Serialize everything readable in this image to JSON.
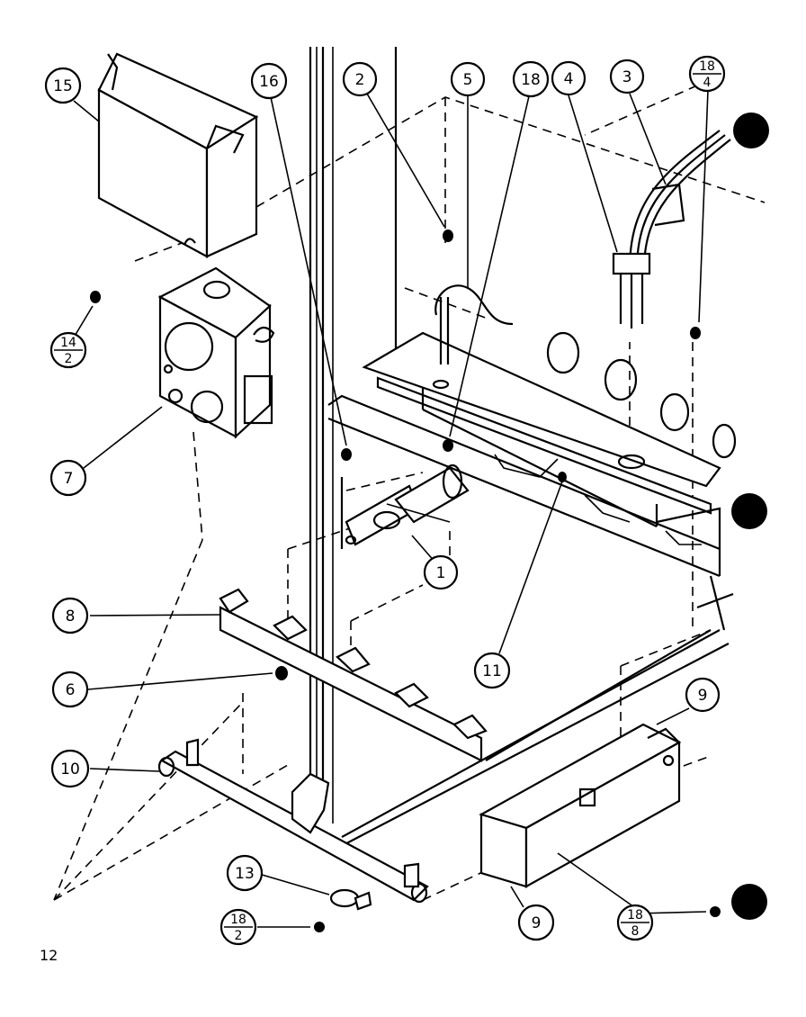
{
  "page_number": "12",
  "callouts": [
    {
      "id": "c15",
      "label": "15"
    },
    {
      "id": "c16",
      "label": "16"
    },
    {
      "id": "c2",
      "label": "2"
    },
    {
      "id": "c5",
      "label": "5"
    },
    {
      "id": "c18a",
      "label": "18"
    },
    {
      "id": "c4",
      "label": "4"
    },
    {
      "id": "c3",
      "label": "3"
    },
    {
      "id": "c7",
      "label": "7"
    },
    {
      "id": "c8",
      "label": "8"
    },
    {
      "id": "c6",
      "label": "6"
    },
    {
      "id": "c1",
      "label": "1"
    },
    {
      "id": "c11",
      "label": "11"
    },
    {
      "id": "c10",
      "label": "10"
    },
    {
      "id": "c9a",
      "label": "9"
    },
    {
      "id": "c9b",
      "label": "9"
    },
    {
      "id": "c13",
      "label": "13"
    }
  ],
  "fraction_callouts": [
    {
      "id": "f18_4",
      "top": "18",
      "bottom": "4"
    },
    {
      "id": "f14_2",
      "top": "14",
      "bottom": "2"
    },
    {
      "id": "f18_2",
      "top": "18",
      "bottom": "2"
    },
    {
      "id": "f18_8",
      "top": "18",
      "bottom": "8"
    }
  ]
}
